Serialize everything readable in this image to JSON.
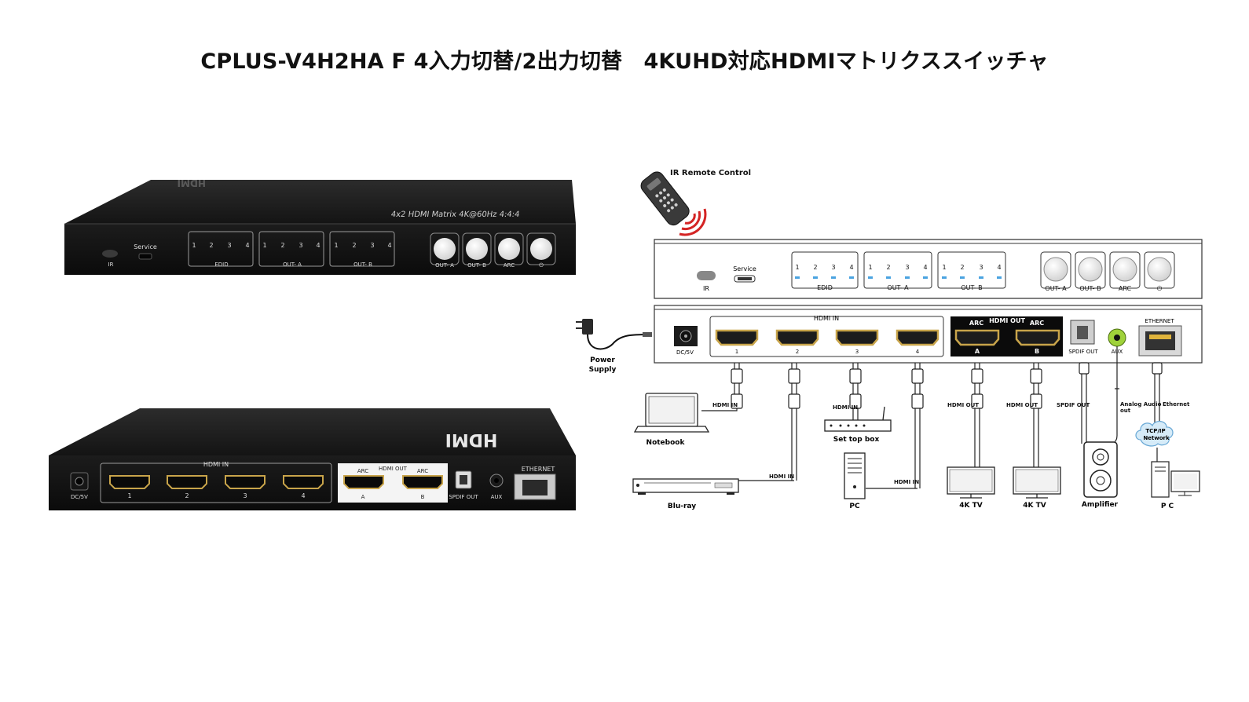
{
  "title": "CPLUS-V4H2HA F 4入力切替/2出力切替　4KUHD対応HDMIマトリクススイッチャ",
  "photo_front": {
    "top_brand": "HDMI",
    "model_text": "4x2 HDMI Matrix 4K@60Hz 4:4:4",
    "ir_label": "IR",
    "service_label": "Service",
    "group_labels": [
      "EDID",
      "OUT- A",
      "OUT- B"
    ],
    "numbers": [
      "1",
      "2",
      "3",
      "4"
    ],
    "button_labels": [
      "OUT- A",
      "OUT- B",
      "ARC",
      "⏻"
    ]
  },
  "photo_back": {
    "brand": "HDMI",
    "dc_label": "DC/5V",
    "hdmi_in_label": "HDMI IN",
    "hdmi_in_numbers": [
      "1",
      "2",
      "3",
      "4"
    ],
    "arc_labels": [
      "ARC",
      "ARC"
    ],
    "hdmi_out_label": "HDMI OUT",
    "out_letters": [
      "A",
      "B"
    ],
    "spdif_label": "SPDIF OUT",
    "aux_label": "AUX",
    "ethernet_label": "ETHERNET"
  },
  "diagram": {
    "remote_label": "IR Remote Control",
    "front": {
      "ir_label": "IR",
      "service_label": "Service",
      "group_labels": [
        "EDID",
        "OUT- A",
        "OUT- B"
      ],
      "numbers": [
        "1",
        "2",
        "3",
        "4"
      ],
      "button_labels": [
        "OUT- A",
        "OUT- B",
        "ARC",
        "⏻"
      ]
    },
    "rear": {
      "dc_label": "DC/5V",
      "hdmi_in_label": "HDMI IN",
      "hdmi_in_numbers": [
        "1",
        "2",
        "3",
        "4"
      ],
      "arc_labels": [
        "ARC",
        "ARC"
      ],
      "hdmi_out_label": "HDMI OUT",
      "out_letters": [
        "A",
        "B"
      ],
      "spdif_label": "SPDIF OUT",
      "aux_label": "AUX",
      "ethernet_label": "ETHERNET"
    },
    "power_label_line1": "Power",
    "power_label_line2": "Supply",
    "cable_labels": {
      "notebook": "HDMI IN",
      "settop": "HDMI IN",
      "bluray": "HDMI IN",
      "pc": "HDMI IN",
      "tv_a": "HDMI OUT",
      "tv_b": "HDMI OUT",
      "spdif": "SPDIF OUT",
      "analog_line1": "Analog Audio",
      "analog_line2": "out",
      "ethernet": "Ethernet"
    },
    "network_label_line1": "TCP/IP",
    "network_label_line2": "Network",
    "devices": {
      "notebook": "Notebook",
      "settop": "Set top box",
      "bluray": "Blu-ray",
      "pc": "PC",
      "tv_a": "4K TV",
      "tv_b": "4K TV",
      "amplifier": "Amplifier",
      "pc_network": "P C"
    }
  }
}
